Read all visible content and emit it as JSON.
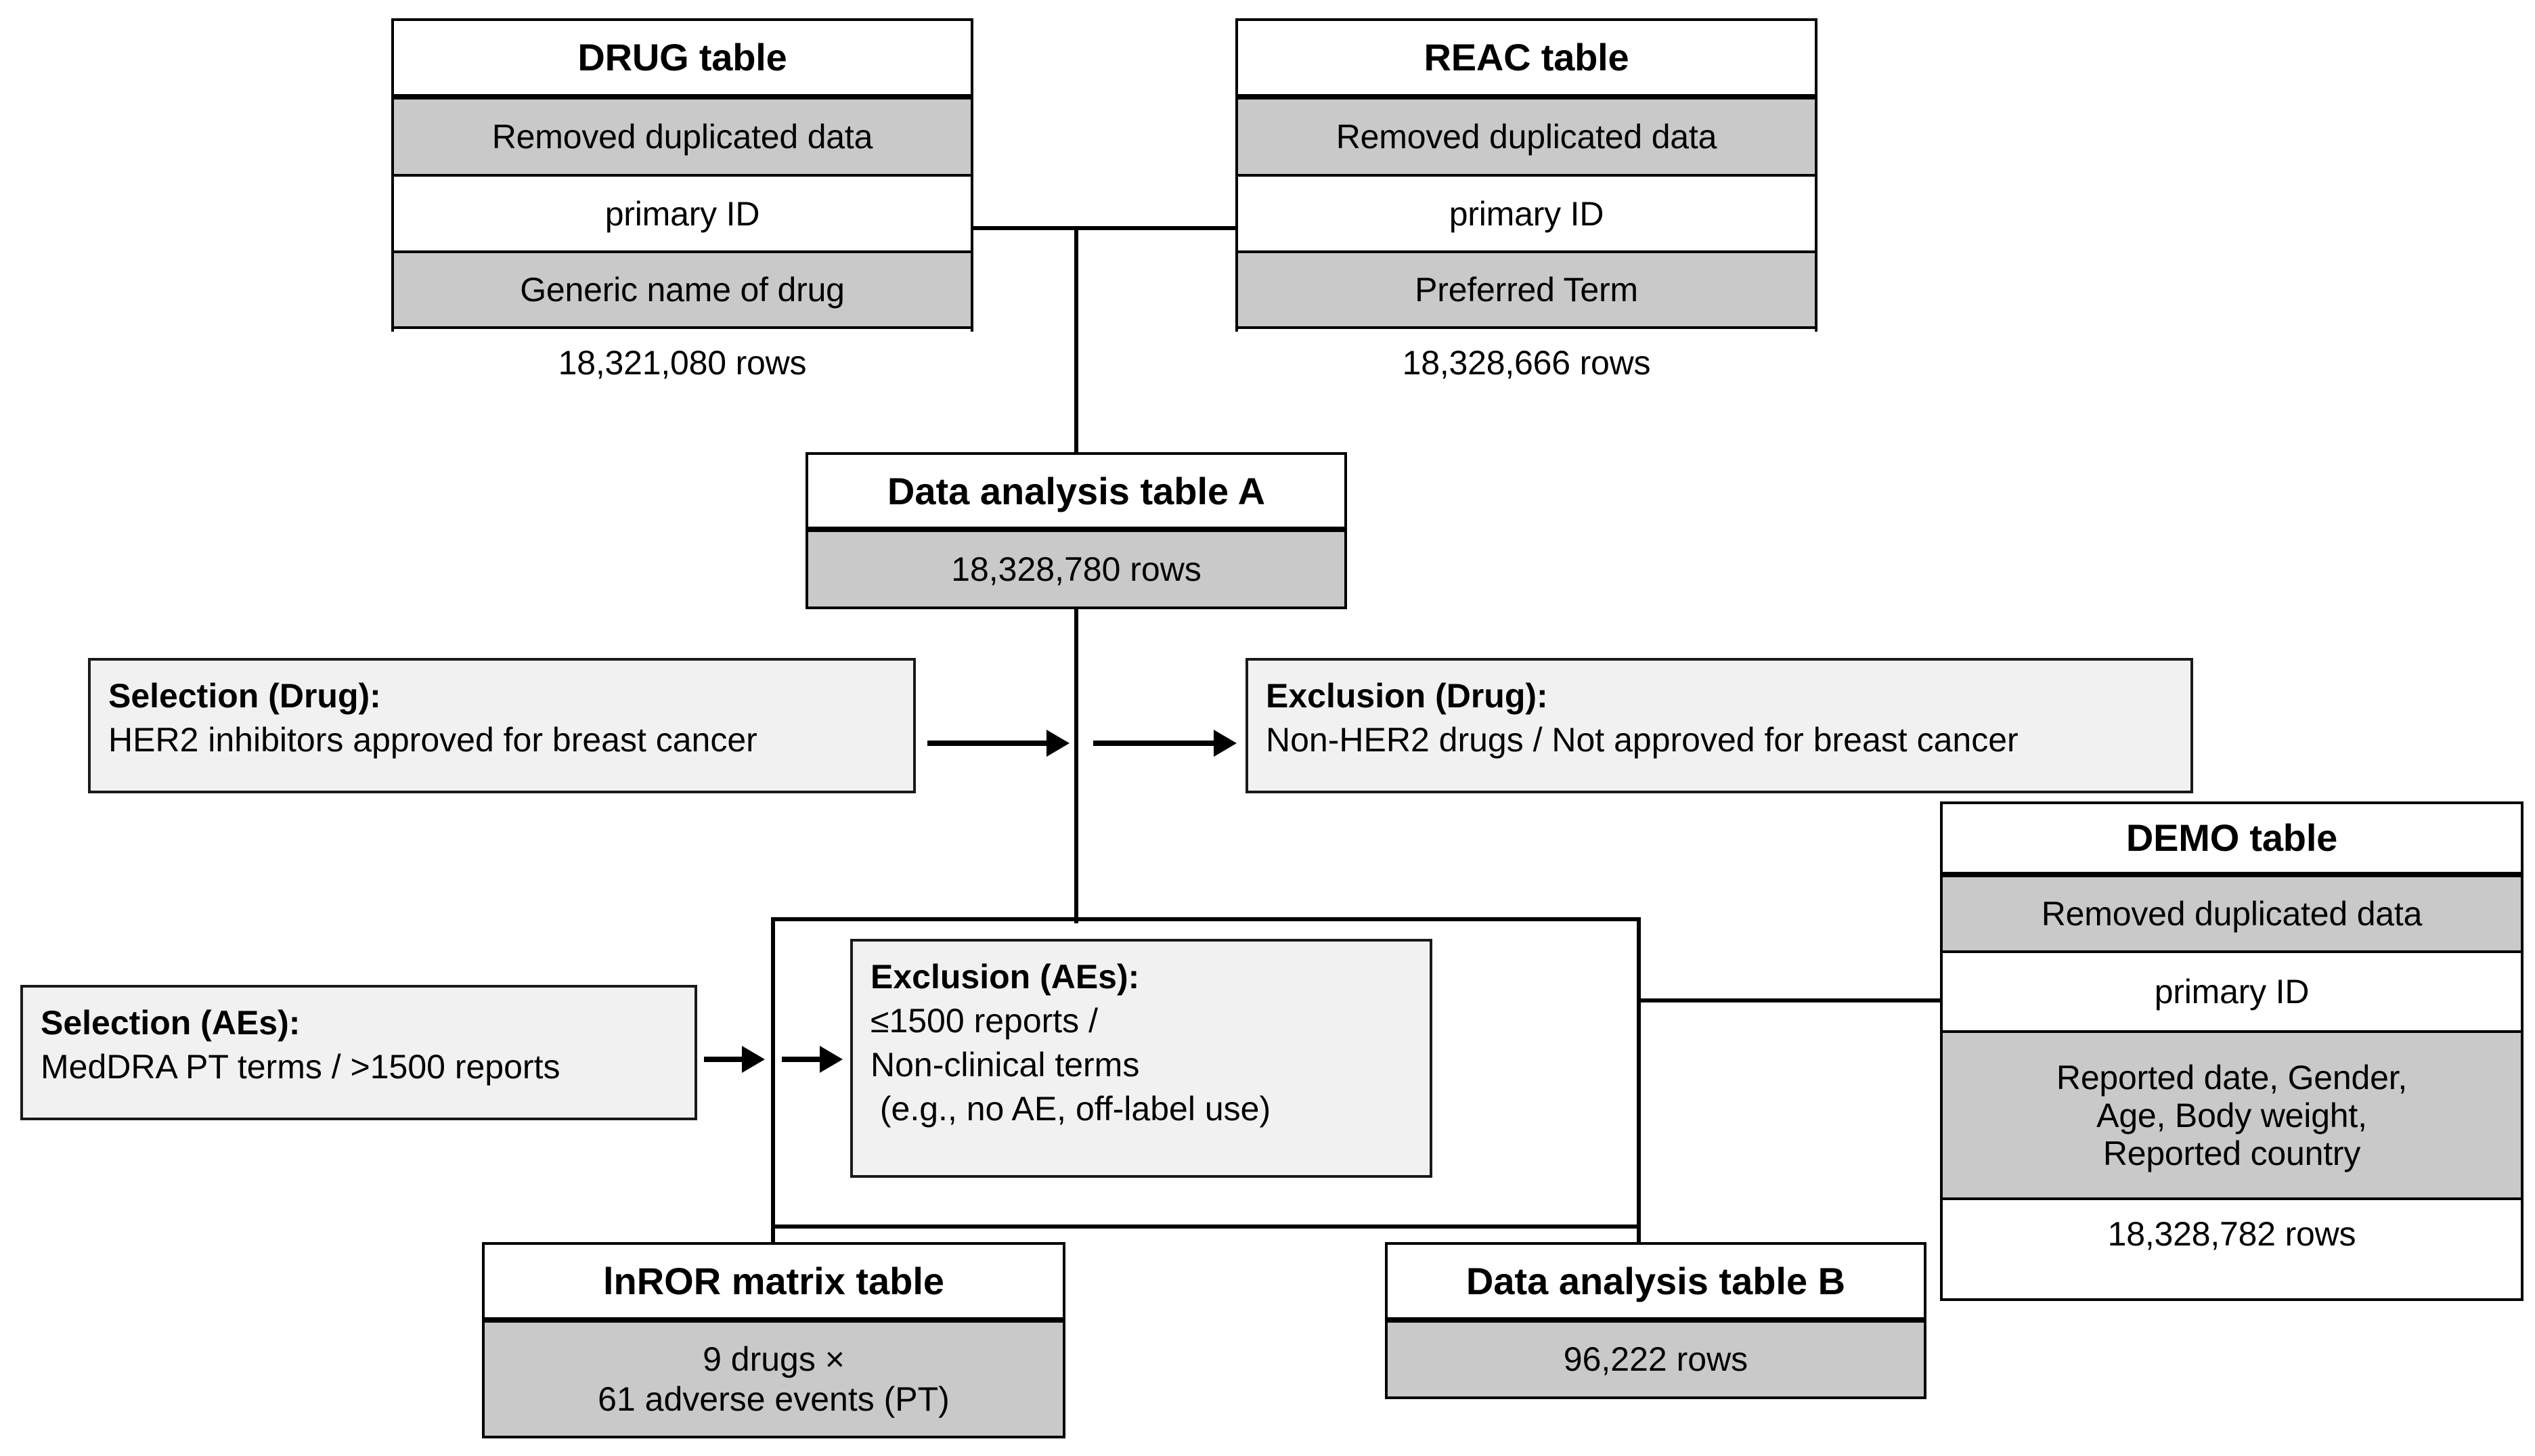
{
  "diagram": {
    "title": "FAERS data processing flowchart",
    "colors": {
      "band_gray": "#c9c9c9",
      "process_gray": "#f1f1f1",
      "line": "#000000",
      "background": "#ffffff"
    }
  },
  "tables": {
    "drug": {
      "header": "DRUG table",
      "rows": [
        "Removed duplicated data",
        "primary ID",
        "Generic name of drug",
        "18,321,080 rows"
      ]
    },
    "reac": {
      "header": "REAC table",
      "rows": [
        "Removed duplicated data",
        "primary ID",
        "Preferred Term",
        "18,328,666 rows"
      ]
    },
    "demo": {
      "header": "DEMO table",
      "rows": [
        "Removed duplicated data",
        "primary ID",
        "Reported date, Gender,\nAge, Body weight,\nReported country",
        "18,328,782 rows"
      ]
    }
  },
  "results": {
    "analysis_a": {
      "caption": "Data analysis table A",
      "value": "18,328,780 rows"
    },
    "analysis_b": {
      "caption": "Data analysis table B",
      "value": "96,222 rows"
    },
    "lnror": {
      "caption": "lnROR matrix table",
      "value": "9 drugs  ×\n61 adverse events (PT)"
    }
  },
  "filters": {
    "selection_drug": {
      "title": "Selection (Drug):",
      "lines": [
        "HER2 inhibitors approved for breast cancer"
      ]
    },
    "exclusion_drug": {
      "title": "Exclusion (Drug):",
      "lines": [
        "Non-HER2 drugs / Not approved for breast cancer"
      ]
    },
    "selection_aes": {
      "title": "Selection (AEs):",
      "lines": [
        "MedDRA PT terms / >1500 reports"
      ]
    },
    "exclusion_aes": {
      "title": "Exclusion (AEs):",
      "lines": [
        "≤1500 reports /",
        "Non-clinical terms",
        " (e.g., no AE, off-label use)"
      ]
    }
  }
}
